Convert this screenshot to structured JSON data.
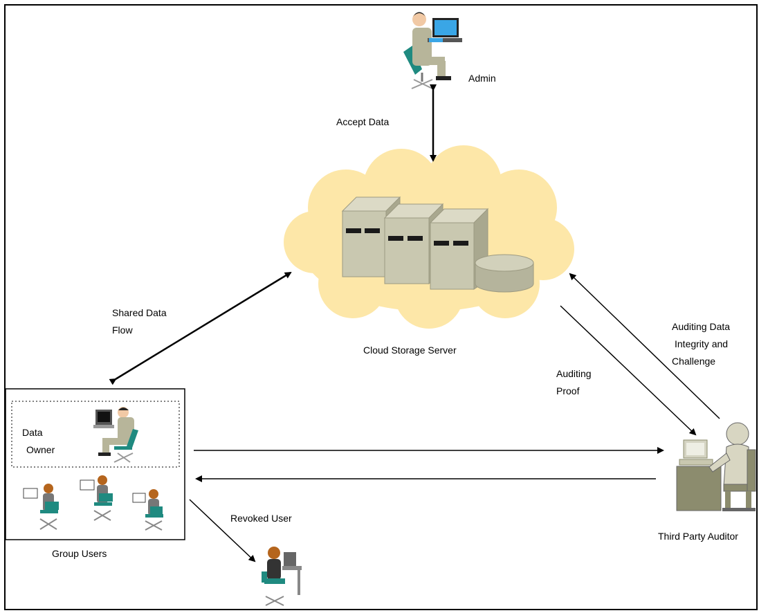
{
  "labels": {
    "admin": "Admin",
    "accept_data": "Accept Data",
    "cloud_storage_server": "Cloud Storage Server",
    "shared_data_flow_1": "Shared Data",
    "shared_data_flow_2": "Flow",
    "auditing_proof_1": "Auditing",
    "auditing_proof_2": "Proof",
    "auditing_challenge_1": "Auditing Data",
    "auditing_challenge_2": "Integrity and",
    "auditing_challenge_3": "Challenge",
    "data_owner_1": "Data",
    "data_owner_2": "Owner",
    "group_users": "Group Users",
    "revoked_user": "Revoked User",
    "third_party_auditor": "Third Party Auditor"
  },
  "colors": {
    "cloud": "#fde7a8",
    "server_front": "#c9c8b0",
    "server_top": "#dcdac6",
    "server_side": "#a9a88f",
    "chair": "#1f8a80",
    "auditor": "#8c8c6e"
  }
}
